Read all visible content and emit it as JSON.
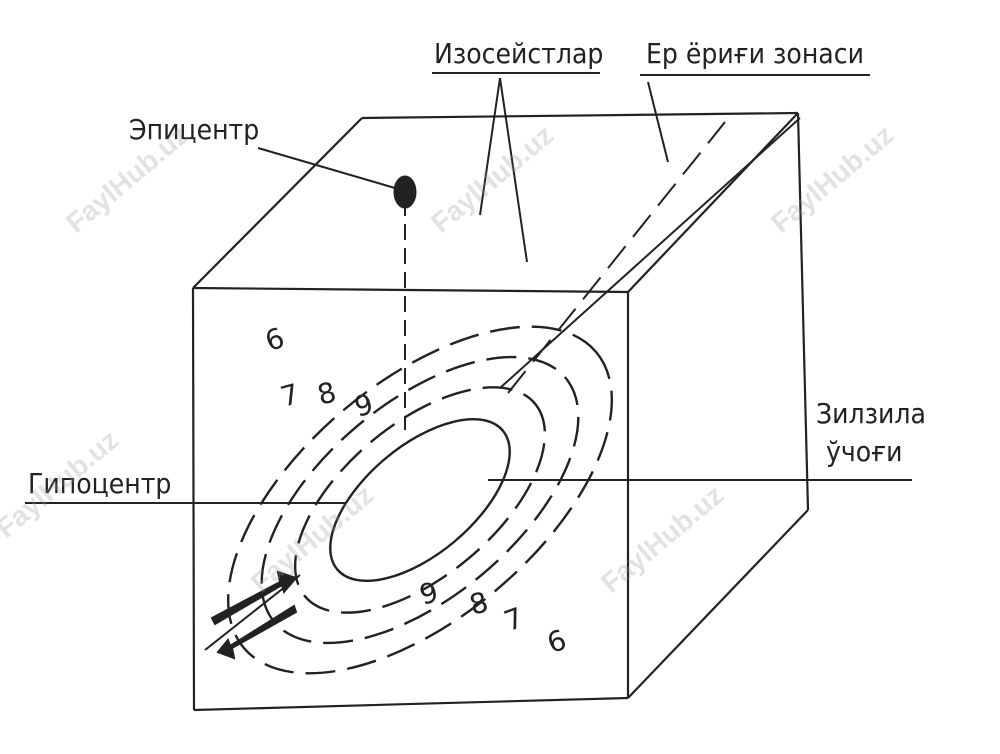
{
  "labels": {
    "epicenter": "Эпицентр",
    "isoseists": "Изосейстлар",
    "fault_zone": "Ер ёриғи зонаси",
    "hypocenter": "Гипоцентр",
    "focus_line1": "Зилзила",
    "focus_line2": "ўчоғи"
  },
  "isoseist_numbers": {
    "upper": [
      "6",
      "7",
      "8",
      "9"
    ],
    "lower": [
      "9",
      "8",
      "7",
      "6"
    ]
  },
  "watermark": "FaylHub.uz",
  "colors": {
    "ink": "#222222",
    "watermark": "#969696"
  }
}
